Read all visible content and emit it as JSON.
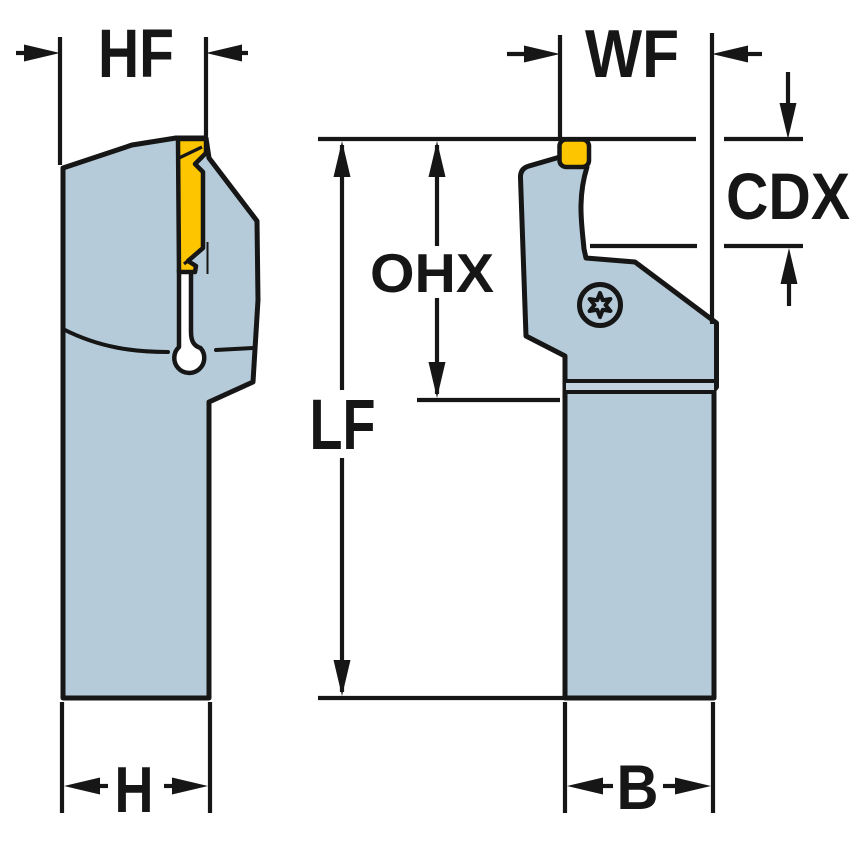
{
  "diagram": {
    "background": "#ffffff",
    "colors": {
      "body": "#b5cbd9",
      "band": "#c3d4e0",
      "insert": "#fdc500",
      "slot": "#ffffff",
      "line": "#161616"
    },
    "labels": {
      "hf": "HF",
      "wf": "WF",
      "cdx": "CDX",
      "ohx": "OHX",
      "lf": "LF",
      "h": "H",
      "b": "B"
    }
  }
}
